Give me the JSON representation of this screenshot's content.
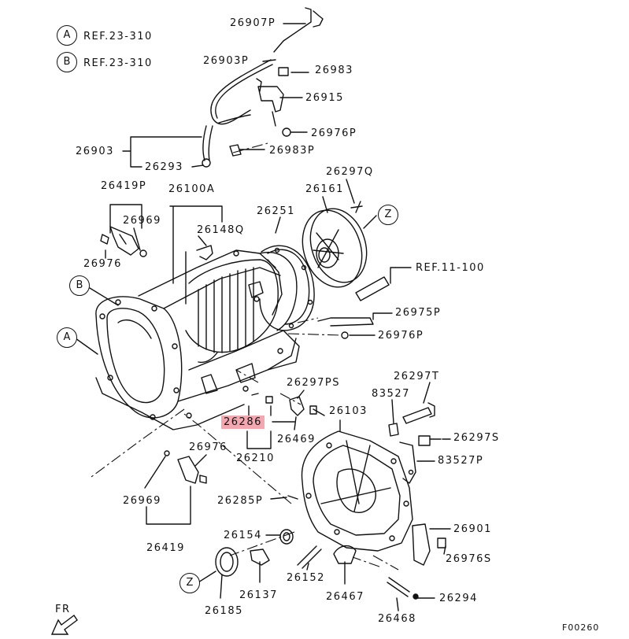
{
  "diagram": {
    "refs": {
      "a_letter": "A",
      "b_letter": "B",
      "a_ref": "REF.23-310",
      "b_ref": "REF.23-310",
      "ref_11": "REF.11-100"
    },
    "callouts": {
      "a_body": "A",
      "b_body": "B",
      "z_top": "Z",
      "z_bottom": "Z"
    },
    "parts": {
      "p26907P": "26907P",
      "p26903P": "26903P",
      "p26983": "26983",
      "p26915": "26915",
      "p26976P_top": "26976P",
      "p26903": "26903",
      "p26983P": "26983P",
      "p26293": "26293",
      "p26297Q": "26297Q",
      "p26419P": "26419P",
      "p26100A": "26100A",
      "p26161": "26161",
      "p26251": "26251",
      "p26969_top": "26969",
      "p26148Q": "26148Q",
      "p26976_left": "26976",
      "p26975P": "26975P",
      "p26976P_mid": "26976P",
      "p26297T": "26297T",
      "p26297PS": "26297PS",
      "p83527": "83527",
      "p26103": "26103",
      "p26286": "26286",
      "p26469": "26469",
      "p26297S": "26297S",
      "p26976_mid": "26976",
      "p26210": "26210",
      "p83527P": "83527P",
      "p26969_bottom": "26969",
      "p26285P": "26285P",
      "p26901": "26901",
      "p26419": "26419",
      "p26154": "26154",
      "p26976S": "26976S",
      "p26152": "26152",
      "p26137": "26137",
      "p26467": "26467",
      "p26294": "26294",
      "p26185": "26185",
      "p26468": "26468"
    },
    "fr_label": "FR",
    "figure_code": "F00260",
    "highlight_color": "#f2a8b0"
  }
}
